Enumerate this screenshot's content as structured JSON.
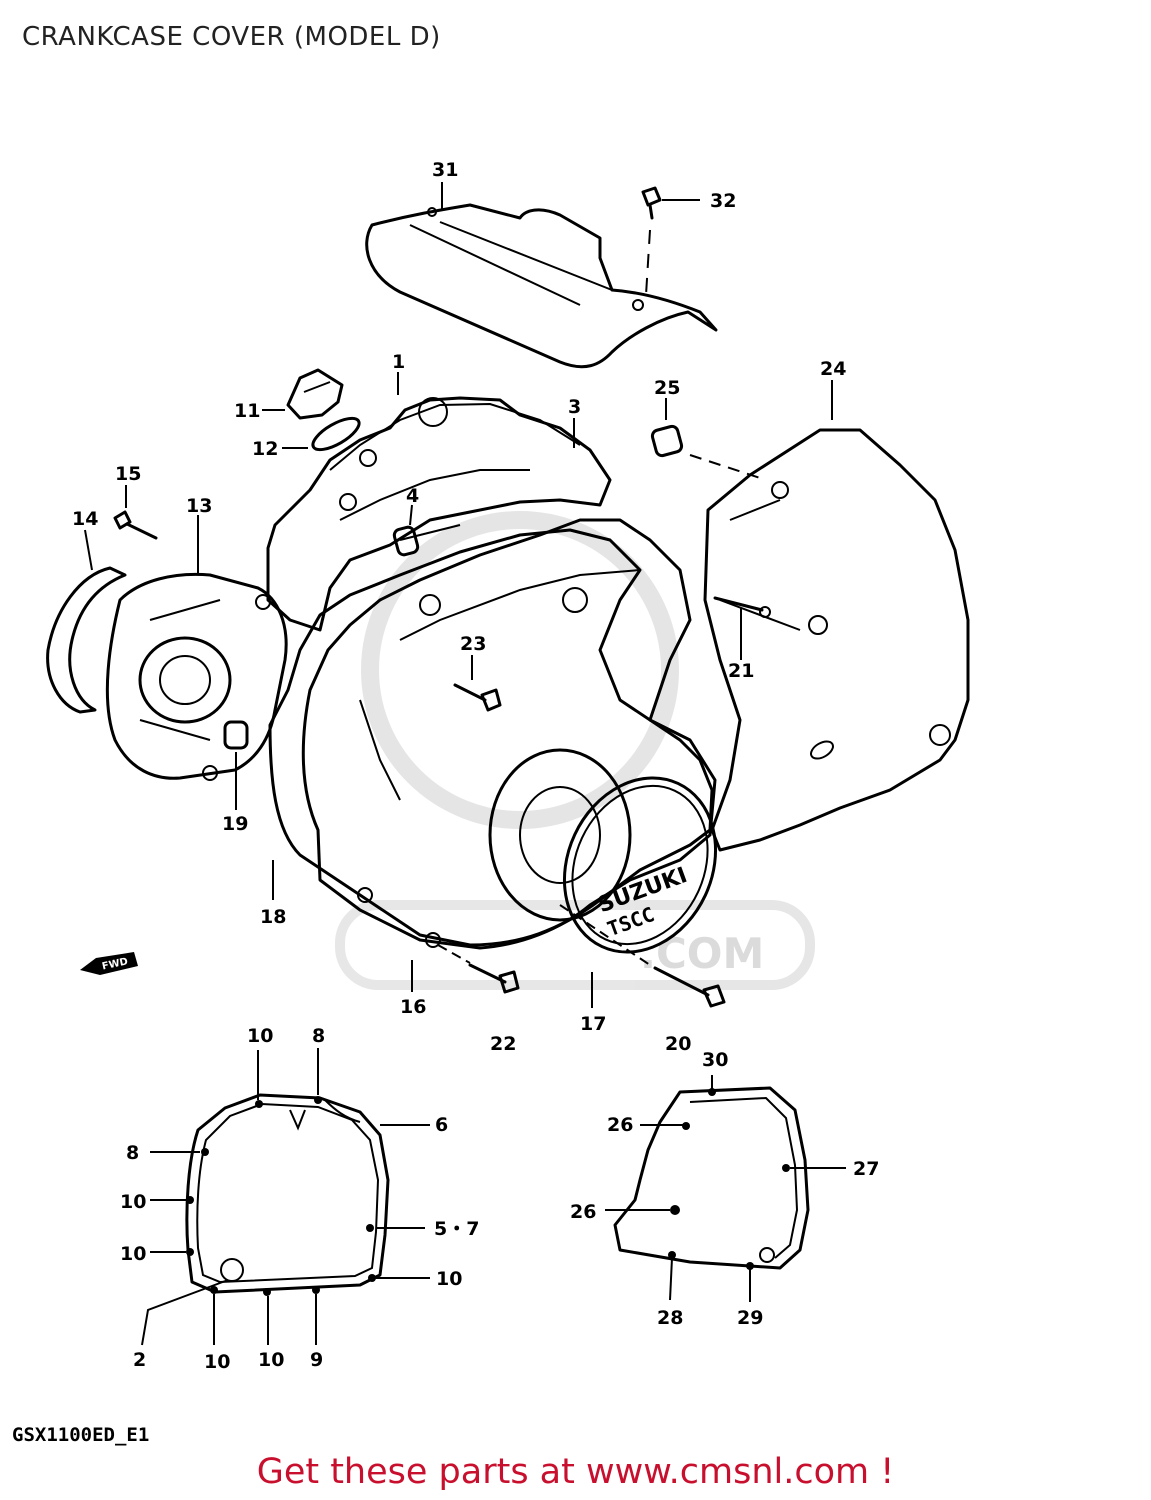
{
  "title": "CRANKCASE COVER (MODEL D)",
  "model_code": "GSX1100ED_E1",
  "footer": "Get these parts at www.cmsnl.com !",
  "watermark": {
    "text": ".COM",
    "color": "#d8d8d8"
  },
  "fwd_label": "FWD",
  "brand_label": "SUZUKI",
  "badge_label": "TSCC",
  "callouts": [
    {
      "id": "c31",
      "label": "31"
    },
    {
      "id": "c32",
      "label": "32"
    },
    {
      "id": "c1",
      "label": "1"
    },
    {
      "id": "c3",
      "label": "3"
    },
    {
      "id": "c24",
      "label": "24"
    },
    {
      "id": "c25",
      "label": "25"
    },
    {
      "id": "c11",
      "label": "11"
    },
    {
      "id": "c12",
      "label": "12"
    },
    {
      "id": "c15",
      "label": "15"
    },
    {
      "id": "c14",
      "label": "14"
    },
    {
      "id": "c13",
      "label": "13"
    },
    {
      "id": "c4",
      "label": "4"
    },
    {
      "id": "c23",
      "label": "23"
    },
    {
      "id": "c21",
      "label": "21"
    },
    {
      "id": "c19",
      "label": "19"
    },
    {
      "id": "c18",
      "label": "18"
    },
    {
      "id": "c16",
      "label": "16"
    },
    {
      "id": "c22",
      "label": "22"
    },
    {
      "id": "c17",
      "label": "17"
    },
    {
      "id": "c20",
      "label": "20"
    },
    {
      "id": "c30",
      "label": "30"
    },
    {
      "id": "c10a",
      "label": "10"
    },
    {
      "id": "c8a",
      "label": "8"
    },
    {
      "id": "c6",
      "label": "6"
    },
    {
      "id": "c8b",
      "label": "8"
    },
    {
      "id": "c10b",
      "label": "10"
    },
    {
      "id": "c10c",
      "label": "10"
    },
    {
      "id": "c57",
      "label": "5・7"
    },
    {
      "id": "c10d",
      "label": "10"
    },
    {
      "id": "c2",
      "label": "2"
    },
    {
      "id": "c10e",
      "label": "10"
    },
    {
      "id": "c10f",
      "label": "10"
    },
    {
      "id": "c9",
      "label": "9"
    },
    {
      "id": "c26a",
      "label": "26"
    },
    {
      "id": "c27",
      "label": "27"
    },
    {
      "id": "c26b",
      "label": "26"
    },
    {
      "id": "c28",
      "label": "28"
    },
    {
      "id": "c29",
      "label": "29"
    }
  ]
}
